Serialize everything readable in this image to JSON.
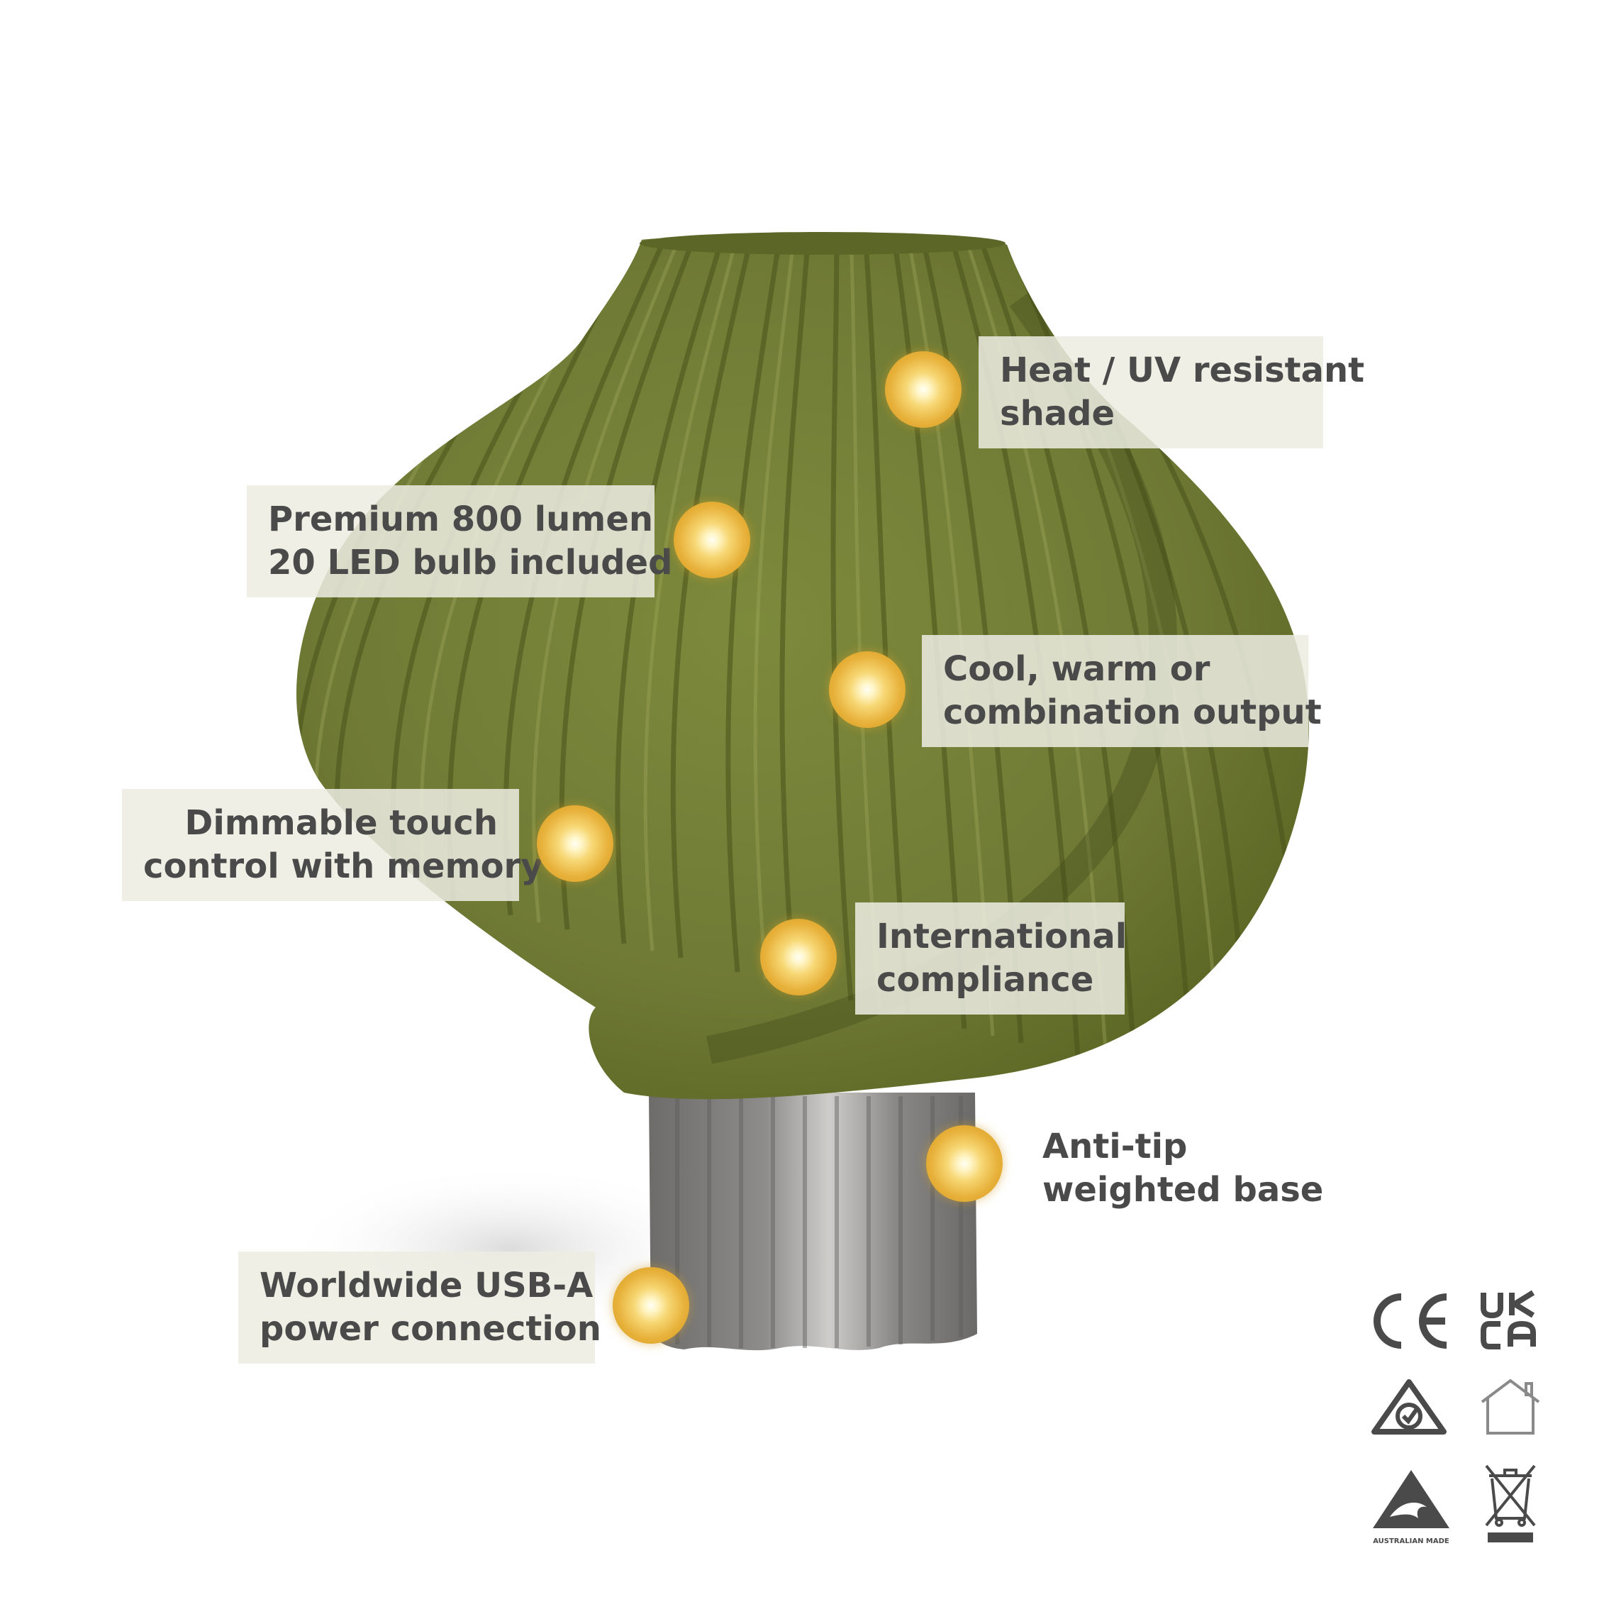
{
  "features": [
    {
      "id": "heat",
      "lines": [
        "Heat / UV resistant",
        "shade"
      ]
    },
    {
      "id": "bulb",
      "lines": [
        "Premium 800 lumen",
        "20 LED bulb included"
      ]
    },
    {
      "id": "output",
      "lines": [
        "Cool, warm or",
        "combination output"
      ]
    },
    {
      "id": "dimmable",
      "lines": [
        "Dimmable touch",
        "control with memory"
      ]
    },
    {
      "id": "compliance",
      "lines": [
        "International",
        "compliance"
      ]
    },
    {
      "id": "antitip",
      "lines": [
        "Anti-tip",
        "weighted base"
      ]
    },
    {
      "id": "usb",
      "lines": [
        "Worldwide USB-A",
        "power connection"
      ]
    }
  ],
  "certifications": {
    "ce": "CE",
    "ukca": [
      "UK",
      "CA"
    ],
    "australian_made": "AUSTRALIAN MADE"
  },
  "colors": {
    "shade": "#6f7a35",
    "base": "#7d7b7a",
    "dot": "#e7b13a",
    "label_bg": "#ecece2",
    "label_text": "#4a4a4a"
  },
  "icons": [
    "ce-mark-icon",
    "ukca-mark-icon",
    "rcm-mark-icon",
    "house-icon",
    "australian-made-icon",
    "weee-bin-icon"
  ]
}
